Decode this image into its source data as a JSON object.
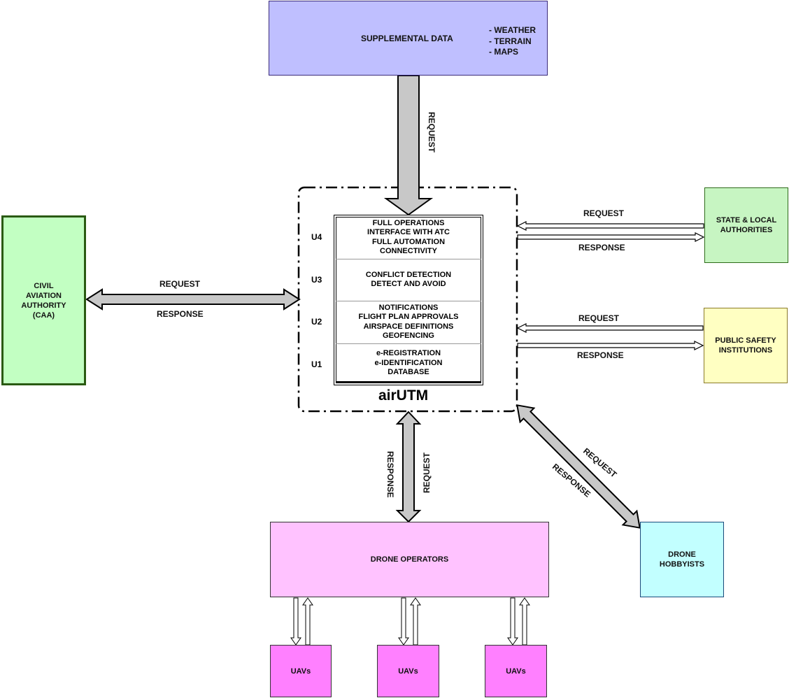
{
  "supplemental": {
    "title": "SUPPLEMENTAL DATA",
    "items": "- WEATHER\n- TERRAIN\n- MAPS",
    "color": "#bfbfff"
  },
  "caa": {
    "label": "CIVIL\nAVIATION\nAUTHORITY\n(CAA)",
    "color": "#c2ffc2"
  },
  "state": {
    "label": "STATE & LOCAL\nAUTHORITIES",
    "color": "#c7f5c2"
  },
  "public_safety": {
    "label": "PUBLIC SAFETY\nINSTITUTIONS",
    "color": "#ffffc2"
  },
  "drone_operators": {
    "label": "DRONE OPERATORS",
    "color": "#ffc2ff"
  },
  "drone_hobbyists": {
    "label": "DRONE\nHOBBYISTS",
    "color": "#c2ffff"
  },
  "uavs": [
    {
      "label": "UAVs"
    },
    {
      "label": "UAVs"
    },
    {
      "label": "UAVs"
    }
  ],
  "uav_color": "#ff80ff",
  "airutm": {
    "title": "airUTM",
    "tiers": [
      {
        "level": "U4",
        "features": "FULL OPERATIONS\nINTERFACE WITH ATC\nFULL AUTOMATION\nCONNECTIVITY"
      },
      {
        "level": "U3",
        "features": "CONFLICT DETECTION\nDETECT AND AVOID"
      },
      {
        "level": "U2",
        "features": "NOTIFICATIONS\nFLIGHT PLAN APPROVALS\nAIRSPACE DEFINITIONS\nGEOFENCING"
      },
      {
        "level": "U1",
        "features": "e-REGISTRATION\ne-IDENTIFICATION\nDATABASE"
      }
    ]
  },
  "labels": {
    "request": "REQUEST",
    "response": "RESPONSE"
  },
  "arrow_color": "#c8c8c8"
}
